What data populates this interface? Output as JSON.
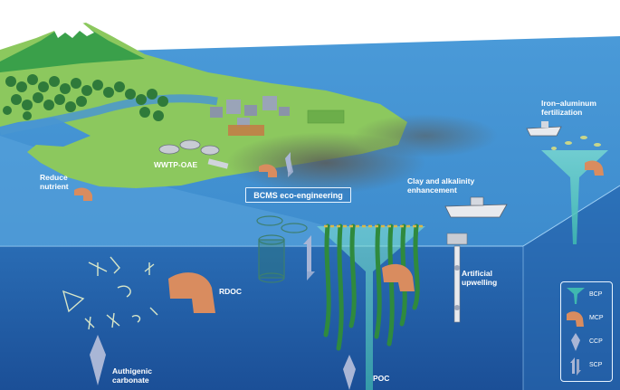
{
  "title": "BCMS eco-engineering",
  "labels": {
    "reduce_nutrient": [
      "Reduce",
      "nutrient"
    ],
    "wwtp": "WWTP-OAE",
    "clay": [
      "Clay and alkalinity",
      "enhancement"
    ],
    "iron": [
      "Iron–aluminum",
      "fertilization"
    ],
    "rdoc": "RDOC",
    "artificial_upwelling": [
      "Artificial",
      "upwelling"
    ],
    "authigenic": [
      "Authigenic",
      "carbonate"
    ],
    "poc": "POC"
  },
  "legend": [
    {
      "symbol": "funnel-icon",
      "label": "BCP",
      "color": "#3fb8b0"
    },
    {
      "symbol": "pipe-icon",
      "label": "MCP",
      "color": "#d98c5f"
    },
    {
      "symbol": "diamond-arrow-icon",
      "label": "CCP",
      "color": "#a9b6d6"
    },
    {
      "symbol": "double-arrow-icon",
      "label": "SCP",
      "color": "#9aa8c8"
    }
  ],
  "colors": {
    "sky": "#ffffff",
    "ocean_surface": "#3d8fd0",
    "ocean_deep": "#1f5ea8",
    "land": "#8cc85e",
    "mountain": "#3aa04a",
    "mcp": "#d98c5f",
    "bcp": "#3fb8b0",
    "ccp": "#a9b6d6"
  }
}
